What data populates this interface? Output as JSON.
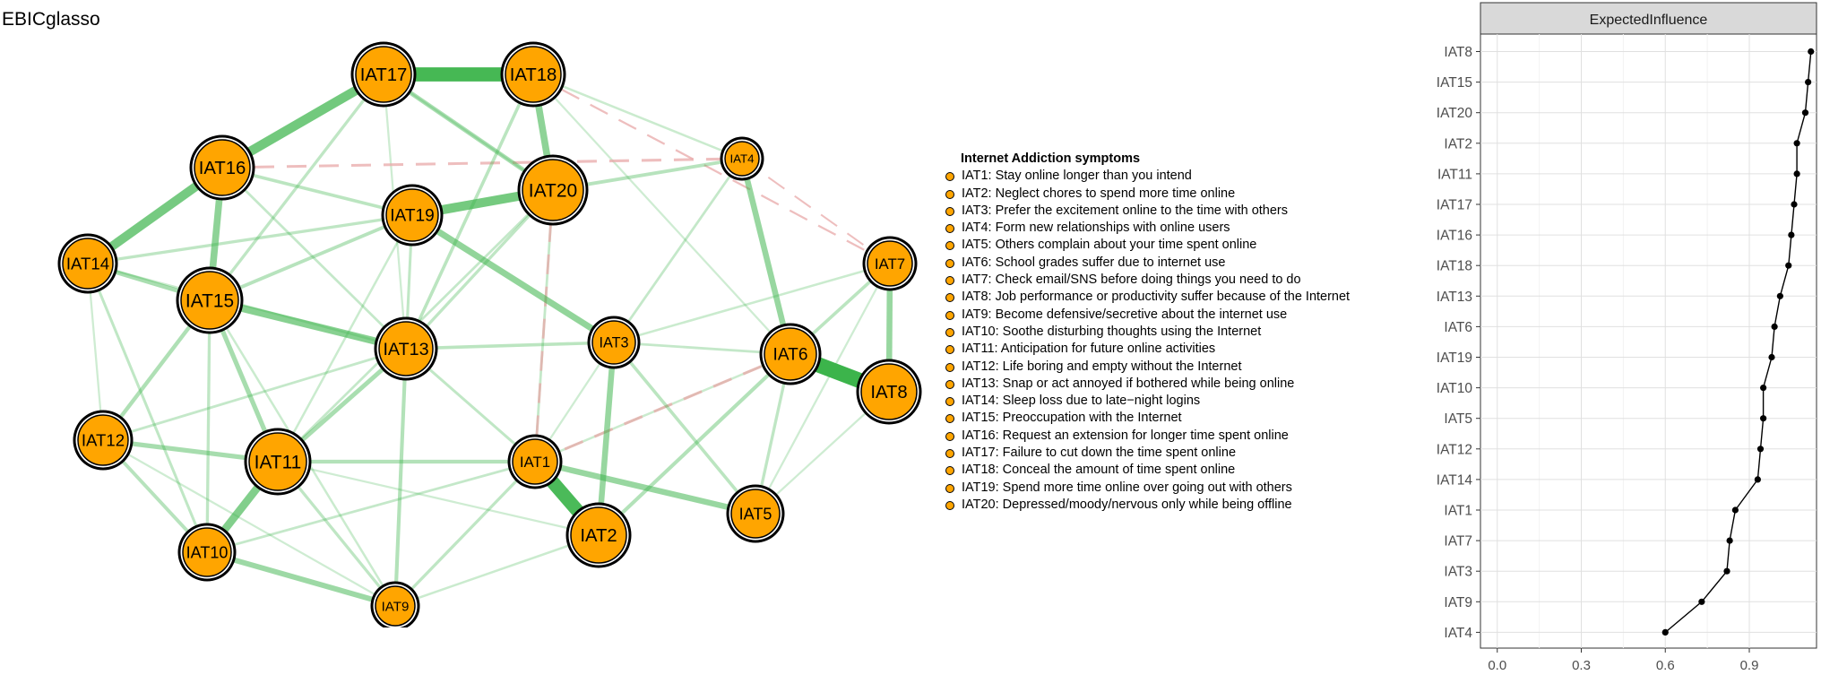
{
  "network": {
    "title": "EBICglasso",
    "nodes": [
      "IAT1",
      "IAT2",
      "IAT3",
      "IAT4",
      "IAT5",
      "IAT6",
      "IAT7",
      "IAT8",
      "IAT9",
      "IAT10",
      "IAT11",
      "IAT12",
      "IAT13",
      "IAT14",
      "IAT15",
      "IAT16",
      "IAT17",
      "IAT18",
      "IAT19",
      "IAT20"
    ],
    "edges": [
      [
        "IAT17",
        "IAT18",
        0.55
      ],
      [
        "IAT6",
        "IAT8",
        0.6
      ],
      [
        "IAT1",
        "IAT2",
        0.52
      ],
      [
        "IAT17",
        "IAT16",
        0.35
      ],
      [
        "IAT16",
        "IAT14",
        0.33
      ],
      [
        "IAT19",
        "IAT20",
        0.34
      ],
      [
        "IAT15",
        "IAT13",
        0.26
      ],
      [
        "IAT11",
        "IAT10",
        0.28
      ],
      [
        "IAT16",
        "IAT15",
        0.24
      ],
      [
        "IAT18",
        "IAT20",
        0.24
      ],
      [
        "IAT19",
        "IAT3",
        0.22
      ],
      [
        "IAT4",
        "IAT6",
        0.2
      ],
      [
        "IAT7",
        "IAT8",
        0.2
      ],
      [
        "IAT3",
        "IAT2",
        0.2
      ],
      [
        "IAT1",
        "IAT5",
        0.2
      ],
      [
        "IAT10",
        "IAT9",
        0.18
      ],
      [
        "IAT12",
        "IAT11",
        0.15
      ],
      [
        "IAT15",
        "IAT11",
        0.15
      ],
      [
        "IAT13",
        "IAT11",
        0.14
      ],
      [
        "IAT17",
        "IAT20",
        0.14
      ],
      [
        "IAT14",
        "IAT15",
        0.14
      ],
      [
        "IAT12",
        "IAT15",
        0.12
      ],
      [
        "IAT13",
        "IAT9",
        0.11
      ],
      [
        "IAT11",
        "IAT1",
        0.11
      ],
      [
        "IAT20",
        "IAT4",
        0.1
      ],
      [
        "IAT6",
        "IAT2",
        0.11
      ],
      [
        "IAT6",
        "IAT7",
        0.09
      ],
      [
        "IAT18",
        "IAT13",
        0.09
      ],
      [
        "IAT15",
        "IAT19",
        0.1
      ],
      [
        "IAT13",
        "IAT3",
        0.09
      ],
      [
        "IAT12",
        "IAT10",
        0.1
      ],
      [
        "IAT17",
        "IAT15",
        0.08
      ],
      [
        "IAT16",
        "IAT19",
        0.09
      ],
      [
        "IAT14",
        "IAT19",
        0.08
      ],
      [
        "IAT1",
        "IAT9",
        0.08
      ],
      [
        "IAT3",
        "IAT5",
        0.09
      ],
      [
        "IAT6",
        "IAT5",
        0.08
      ],
      [
        "IAT20",
        "IAT13",
        0.08
      ],
      [
        "IAT11",
        "IAT9",
        0.08
      ],
      [
        "IAT14",
        "IAT10",
        0.07
      ],
      [
        "IAT15",
        "IAT10",
        0.08
      ],
      [
        "IAT13",
        "IAT1",
        0.07
      ],
      [
        "IAT19",
        "IAT13",
        0.07
      ],
      [
        "IAT20",
        "IAT1",
        0.06
      ],
      [
        "IAT3",
        "IAT6",
        0.06
      ],
      [
        "IAT4",
        "IAT3",
        0.06
      ],
      [
        "IAT10",
        "IAT1",
        0.06
      ],
      [
        "IAT12",
        "IAT13",
        0.06
      ],
      [
        "IAT18",
        "IAT4",
        0.05
      ],
      [
        "IAT16",
        "IAT13",
        0.06
      ],
      [
        "IAT14",
        "IAT13",
        0.05
      ],
      [
        "IAT7",
        "IAT3",
        0.05
      ],
      [
        "IAT15",
        "IAT9",
        0.05
      ],
      [
        "IAT20",
        "IAT11",
        0.06
      ],
      [
        "IAT1",
        "IAT6",
        0.05
      ],
      [
        "IAT2",
        "IAT9",
        0.05
      ],
      [
        "IAT19",
        "IAT11",
        0.05
      ],
      [
        "IAT18",
        "IAT6",
        0.04
      ],
      [
        "IAT7",
        "IAT5",
        0.04
      ],
      [
        "IAT8",
        "IAT5",
        0.04
      ],
      [
        "IAT17",
        "IAT13",
        0.04
      ],
      [
        "IAT12",
        "IAT9",
        0.04
      ],
      [
        "IAT14",
        "IAT12",
        0.04
      ],
      [
        "IAT3",
        "IAT1",
        0.04
      ],
      [
        "IAT17",
        "IAT20",
        0.04
      ],
      [
        "IAT11",
        "IAT2",
        0.04
      ],
      [
        "IAT16",
        "IAT4",
        -0.07
      ],
      [
        "IAT20",
        "IAT1",
        -0.06
      ],
      [
        "IAT1",
        "IAT6",
        -0.07
      ],
      [
        "IAT18",
        "IAT7",
        -0.04
      ],
      [
        "IAT4",
        "IAT7",
        -0.03
      ]
    ]
  },
  "legend": {
    "title": "Internet Addiction symptoms",
    "items": [
      "IAT1: Stay online longer than you intend",
      "IAT2: Neglect chores to spend more time online",
      "IAT3: Prefer the excitement online to the time with others",
      "IAT4: Form new relationships with online users",
      "IAT5: Others complain about your time spent online",
      "IAT6: School grades suffer due to internet use",
      "IAT7: Check email/SNS before doing things you need to do",
      "IAT8: Job performance or productivity suffer because of the Internet",
      "IAT9: Become defensive/secretive about the internet use",
      "IAT10: Soothe disturbing thoughts using the Internet",
      "IAT11: Anticipation for future online activities",
      "IAT12: Life boring and empty without the Internet",
      "IAT13: Snap or act annoyed if bothered while being online",
      "IAT14: Sleep loss due to late−night logins",
      "IAT15: Preoccupation with the Internet",
      "IAT16: Request an extension for longer time spent online",
      "IAT17: Failure to cut down the time spent online",
      "IAT18: Conceal the amount of time spent online",
      "IAT19: Spend more time online over going out with others",
      "IAT20: Depressed/moody/nervous only while being offline"
    ]
  },
  "chart_data": {
    "type": "line",
    "title": "ExpectedInfluence",
    "categories": [
      "IAT8",
      "IAT15",
      "IAT20",
      "IAT2",
      "IAT11",
      "IAT17",
      "IAT16",
      "IAT18",
      "IAT13",
      "IAT6",
      "IAT19",
      "IAT10",
      "IAT5",
      "IAT12",
      "IAT14",
      "IAT1",
      "IAT7",
      "IAT3",
      "IAT9",
      "IAT4"
    ],
    "values": [
      1.12,
      1.11,
      1.1,
      1.07,
      1.07,
      1.06,
      1.05,
      1.04,
      1.01,
      0.99,
      0.98,
      0.95,
      0.95,
      0.94,
      0.93,
      0.85,
      0.83,
      0.82,
      0.73,
      0.6
    ],
    "xticks": [
      "0.0",
      "0.3",
      "0.6",
      "0.9"
    ],
    "xlim": [
      -0.06,
      1.14
    ],
    "grid": true
  },
  "colors": {
    "positive_edge": "#3cb44b",
    "negative_edge": "#e8a8a8",
    "node_fill": "#ffa500",
    "strip_bg": "#d9d9d9"
  }
}
